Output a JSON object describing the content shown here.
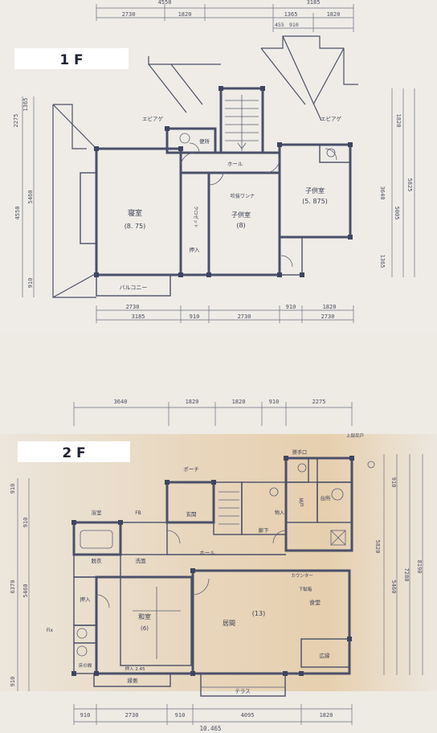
{
  "floors": [
    {
      "badge": "1 F",
      "rooms": {
        "master": "寝室",
        "master_size": "(8. 75)",
        "child1": "子供室",
        "child1_size": "(8)",
        "child2": "子供室",
        "child2_size": "(5. 875)",
        "hall": "ホール",
        "toilet": "便所",
        "balcony": "バルコニー",
        "closet": "クロゼット",
        "oshiire": "押入",
        "roof_left": "エビアゲ",
        "roof_right": "エビアゲ",
        "storage_open": "吹抜ワンナ"
      },
      "dims_top": [
        "4550",
        "3185",
        "2730",
        "1820",
        "1365",
        "1820",
        "455",
        "910"
      ],
      "dims_bottom": [
        "2730",
        "910",
        "1820",
        "3185",
        "910",
        "2730",
        "2730"
      ],
      "dims_left": [
        "1365",
        "2275",
        "5460",
        "4550",
        "910"
      ],
      "dims_right": [
        "1820",
        "3640",
        "5005",
        "5825",
        "1365"
      ]
    },
    {
      "badge": "2 F",
      "rooms": {
        "washroom": "洗面",
        "bath": "浴室",
        "dressing": "脱衣",
        "hall": "ホール",
        "porch": "ポーチ",
        "entrance": "玄関",
        "corridor": "廊下",
        "closet": "押入",
        "japanese": "和室",
        "japanese_size": "(6)",
        "living": "居間",
        "living_size": "(13)",
        "dining": "食堂",
        "kitchen": "台所",
        "utility": "勝手口",
        "storage": "物入",
        "counter": "カウンター",
        "deck": "テラス",
        "veranda": "縁側",
        "veranda_label": "床の間",
        "bay": "広縁",
        "shoes": "下駄箱",
        "store": "納戸",
        "fix": "Fix",
        "upper": "上部吊戸",
        "tatami": "押入 2.45",
        "fr": "FB"
      },
      "dims_top": [
        "3640",
        "1820",
        "1820",
        "910",
        "2275"
      ],
      "dims_bottom": [
        "910",
        "2730",
        "910",
        "4095",
        "1820"
      ],
      "dims_left": [
        "910",
        "6370",
        "5460",
        "910",
        "910"
      ],
      "dims_right": [
        "910",
        "5820",
        "5460",
        "7280",
        "8190"
      ],
      "total_width": "10.465"
    }
  ]
}
